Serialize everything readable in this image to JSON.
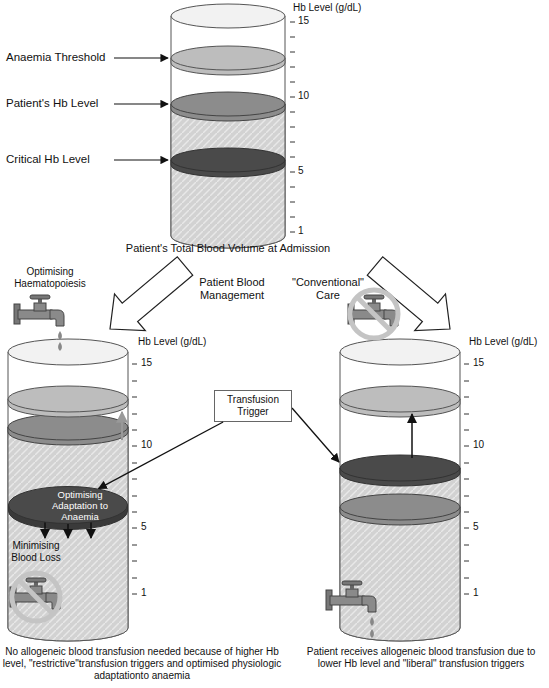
{
  "diagram": {
    "nodes": [
      {
        "text": [
          "Transfusion Trigger"
        ]
      },
      {
        "text": [
          "Optimising Adaptation to Anaemia"
        ]
      }
    ],
    "edges": [
      {
        "from": 0,
        "to": 1,
        "arrow": "to"
      }
    ],
    "labels": [
      "Hb Level (g/dL)",
      "15",
      "10",
      "5",
      "1",
      "Anaemia Threshold",
      "Patient's Hb Level",
      "Critical Hb Level",
      "Patient's Total Blood Volume at Admission",
      "Patient Blood Management",
      "\"Conventional\" Care",
      "Optimising Haematopoiesis",
      "Hb Level (g/dL)",
      "15",
      "10",
      "5",
      "1",
      "Hb Level (g/dL)",
      "15",
      "10",
      "5",
      "1",
      "Minimising Blood Loss",
      "No allogeneic blood transfusion needed because of higher Hb level, \"restrictive\"transfusion triggers and optimised physiologic adaptationto anaemia",
      "Patient receives allogeneic blood transfusion due to lower Hb level and \"liberal\" transfusion triggers"
    ]
  }
}
